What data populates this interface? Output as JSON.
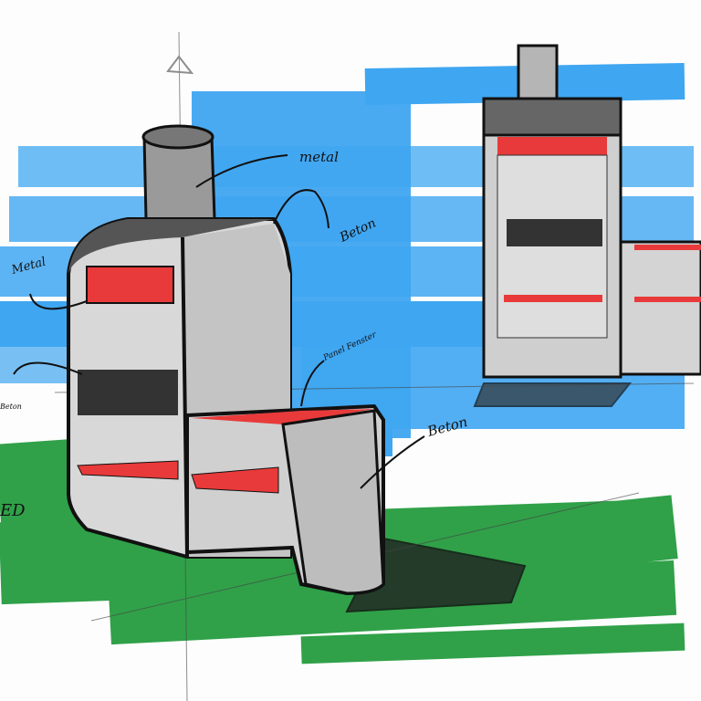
{
  "title": "Concrete grill / fireplace design sketch",
  "colors": {
    "marker_blue": "#2a9cf0",
    "marker_green": "#1f9a3a",
    "accent_red": "#e83a3a",
    "steel": "#b8b8b8",
    "ink": "#111111"
  },
  "annotations": {
    "chimney": "metal",
    "body": "Beton",
    "top_left": "Metal",
    "side_panel": "Panel Fenster",
    "bench": "Beton",
    "left_edge_bottom": "ED",
    "left_edge_mid": "Beton"
  }
}
